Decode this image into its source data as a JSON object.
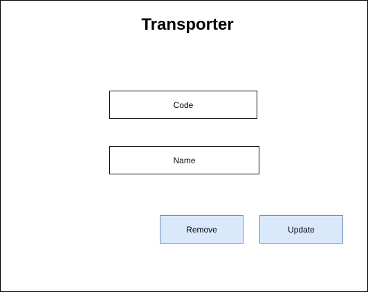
{
  "form": {
    "title": "Transporter",
    "fields": {
      "code": {
        "label": "Code"
      },
      "name": {
        "label": "Name"
      }
    },
    "buttons": {
      "remove": "Remove",
      "update": "Update"
    }
  },
  "colors": {
    "button_fill": "#dae8fc",
    "button_border": "#6c8ebf",
    "border": "#000000",
    "background": "#ffffff"
  }
}
